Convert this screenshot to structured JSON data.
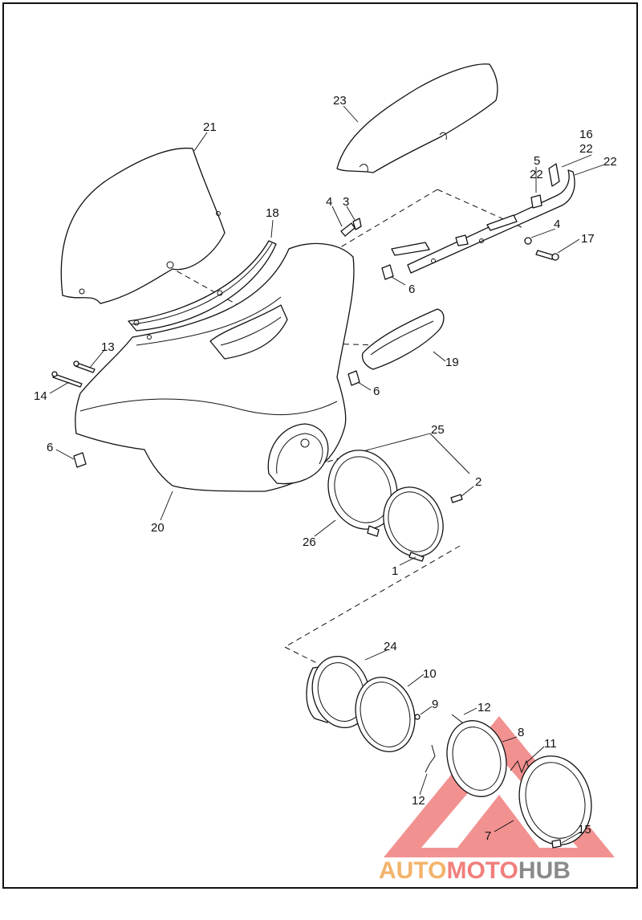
{
  "callouts": [
    {
      "id": "c21",
      "text": "21"
    },
    {
      "id": "c23",
      "text": "23"
    },
    {
      "id": "c16",
      "text": "16"
    },
    {
      "id": "c22a",
      "text": "22"
    },
    {
      "id": "c5",
      "text": "5"
    },
    {
      "id": "c22b",
      "text": "22"
    },
    {
      "id": "c22c",
      "text": "22"
    },
    {
      "id": "c18",
      "text": "18"
    },
    {
      "id": "c4a",
      "text": "4"
    },
    {
      "id": "c3",
      "text": "3"
    },
    {
      "id": "c4b",
      "text": "4"
    },
    {
      "id": "c17",
      "text": "17"
    },
    {
      "id": "c6a",
      "text": "6"
    },
    {
      "id": "c13",
      "text": "13"
    },
    {
      "id": "c14",
      "text": "14"
    },
    {
      "id": "c19",
      "text": "19"
    },
    {
      "id": "c6b",
      "text": "6"
    },
    {
      "id": "c25",
      "text": "25"
    },
    {
      "id": "c6c",
      "text": "6"
    },
    {
      "id": "c2",
      "text": "2"
    },
    {
      "id": "c20",
      "text": "20"
    },
    {
      "id": "c26",
      "text": "26"
    },
    {
      "id": "c1",
      "text": "1"
    },
    {
      "id": "c24",
      "text": "24"
    },
    {
      "id": "c10",
      "text": "10"
    },
    {
      "id": "c9",
      "text": "9"
    },
    {
      "id": "c12a",
      "text": "12"
    },
    {
      "id": "c8",
      "text": "8"
    },
    {
      "id": "c11",
      "text": "11"
    },
    {
      "id": "c12b",
      "text": "12"
    },
    {
      "id": "c7",
      "text": "7"
    },
    {
      "id": "c15",
      "text": "15"
    }
  ],
  "watermark": {
    "part1": "AUTO",
    "part2": "MOTO",
    "part3": "HUB",
    "color1": "#f3b36b",
    "color2": "#f07f7c",
    "color3": "#8a8a8a",
    "triangle_color": "#f07f7c"
  },
  "colors": {
    "line": "#111111",
    "border": "#111111",
    "background": "#ffffff"
  }
}
